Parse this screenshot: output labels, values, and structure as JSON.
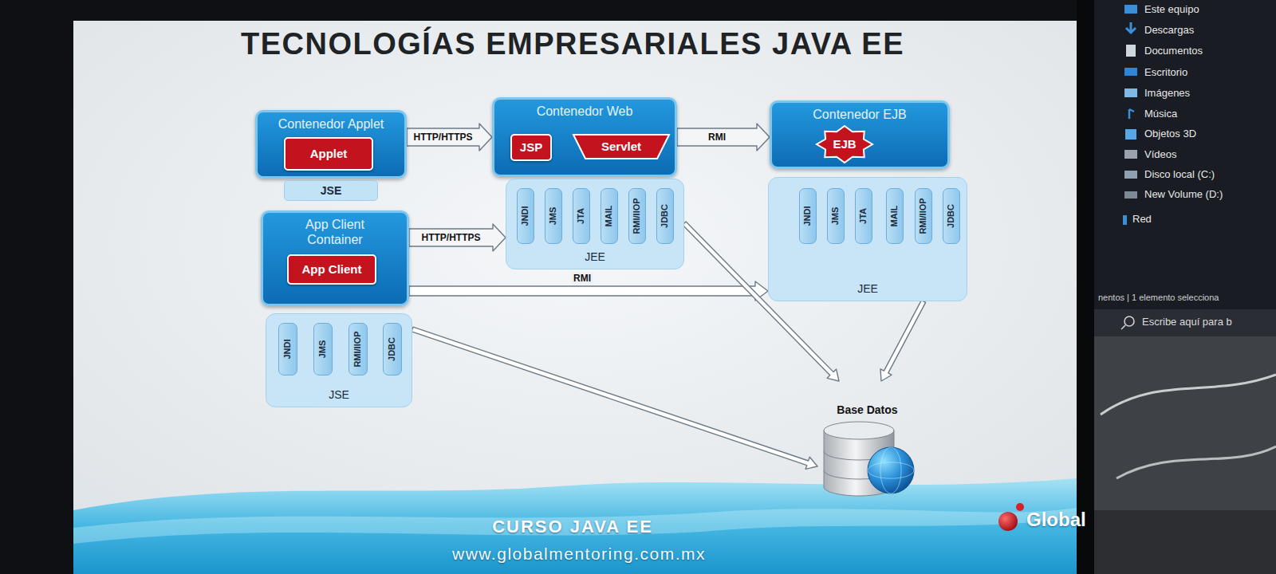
{
  "diagram": {
    "title": "TECNOLOGÍAS EMPRESARIALES JAVA EE",
    "nodes": [
      {
        "text": [
          "Contenedor Applet"
        ]
      },
      {
        "text": [
          "Applet"
        ],
        "in": 0
      },
      {
        "text": [
          "JSE"
        ]
      },
      {
        "text": [
          "App Client Container"
        ]
      },
      {
        "text": [
          "App Client"
        ],
        "in": 3
      },
      {
        "text": [
          "JSE"
        ]
      },
      {
        "text": [
          "JNDI"
        ],
        "in": 5
      },
      {
        "text": [
          "JMS"
        ],
        "in": 5
      },
      {
        "text": [
          "RMI/IIOP"
        ],
        "in": 5
      },
      {
        "text": [
          "JDBC"
        ],
        "in": 5
      },
      {
        "text": [
          "Contenedor Web"
        ]
      },
      {
        "text": [
          "JSP"
        ],
        "in": 10
      },
      {
        "text": [
          "Servlet"
        ],
        "in": 10
      },
      {
        "text": [
          "JEE"
        ]
      },
      {
        "text": [
          "JNDI"
        ],
        "in": 13
      },
      {
        "text": [
          "JMS"
        ],
        "in": 13
      },
      {
        "text": [
          "JTA"
        ],
        "in": 13
      },
      {
        "text": [
          "MAIL"
        ],
        "in": 13
      },
      {
        "text": [
          "RMI/IIOP"
        ],
        "in": 13
      },
      {
        "text": [
          "JDBC"
        ],
        "in": 13
      },
      {
        "text": [
          "Contenedor EJB"
        ]
      },
      {
        "text": [
          "EJB"
        ],
        "in": 20
      },
      {
        "text": [
          "JEE"
        ]
      },
      {
        "text": [
          "JNDI"
        ],
        "in": 22
      },
      {
        "text": [
          "JMS"
        ],
        "in": 22
      },
      {
        "text": [
          "JTA"
        ],
        "in": 22
      },
      {
        "text": [
          "MAIL"
        ],
        "in": 22
      },
      {
        "text": [
          "RMI/IIOP"
        ],
        "in": 22
      },
      {
        "text": [
          "JDBC"
        ],
        "in": 22
      },
      {
        "text": [
          "Base Datos"
        ]
      }
    ],
    "edges": [
      {
        "from": 0,
        "to": 10,
        "label": "HTTP/HTTPS",
        "arrow": "to"
      },
      {
        "from": 10,
        "to": 20,
        "label": "RMI",
        "arrow": "to"
      },
      {
        "from": 3,
        "to": 13,
        "label": "HTTP/HTTPS",
        "arrow": "to"
      },
      {
        "from": 3,
        "to": 22,
        "label": "RMI",
        "arrow": "to"
      },
      {
        "from": 5,
        "to": 29,
        "arrow": "to"
      },
      {
        "from": 13,
        "to": 29,
        "arrow": "to"
      },
      {
        "from": 22,
        "to": 29,
        "arrow": "to"
      }
    ],
    "labels": [
      "CURSO JAVA EE",
      "www.globalmentoring.com.mx",
      "Global",
      "Este equipo",
      "Descargas",
      "Documentos",
      "Escritorio",
      "Imágenes",
      "Música",
      "Objetos 3D",
      "Vídeos",
      "Disco local (C:)",
      "New Volume (D:)",
      "Red",
      "nentos | 1 elemento selecciona",
      "Escribe aquí para b"
    ]
  }
}
